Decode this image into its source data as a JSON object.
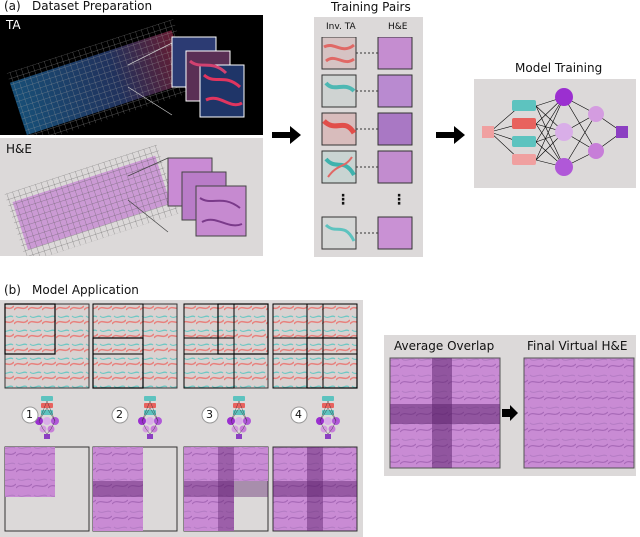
{
  "section_a": {
    "label": "(a)",
    "title": "Dataset Preparation"
  },
  "ta_label": "TA",
  "he_label": "H&E",
  "training_pairs": {
    "title": "Training Pairs",
    "col_left": "Inv. TA",
    "col_right": "H&E",
    "dots": "⋮"
  },
  "model_training": {
    "title": "Model Training"
  },
  "section_b": {
    "label": "(b)",
    "title": "Model Application"
  },
  "steps": [
    "1",
    "2",
    "3",
    "4"
  ],
  "average_overlap": "Average Overlap",
  "final_virtual": "Final Virtual H&E",
  "colors": {
    "panel": "#dcd9d9",
    "he_pink": "#c68ad0",
    "he_dark": "#6b2b78",
    "teal": "#5dc3bf",
    "red": "#e8625e",
    "purple": "#9b3fc6"
  }
}
